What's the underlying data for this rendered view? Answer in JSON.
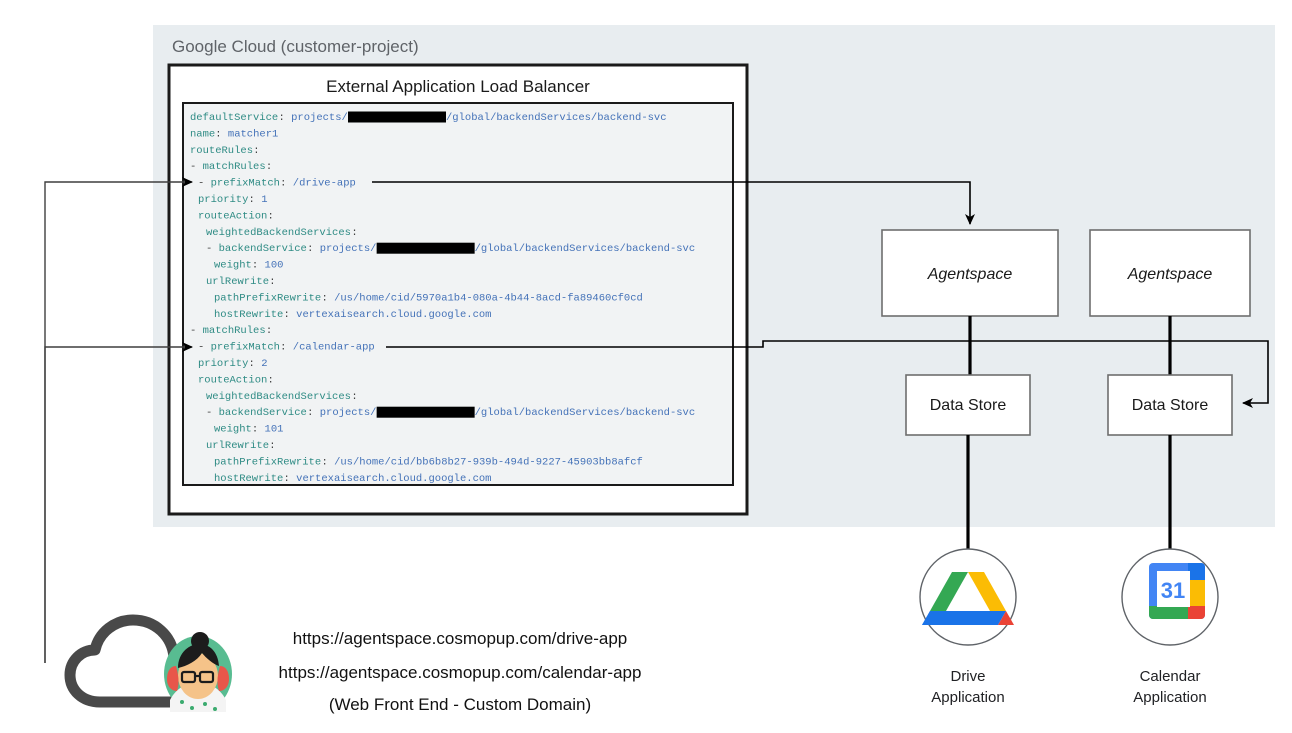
{
  "region": {
    "label": "Google Cloud (customer-project)",
    "bg": "#e8edf0"
  },
  "load_balancer": {
    "title": "External Application Load Balancer",
    "code_bg": "#f1f3f4"
  },
  "colors": {
    "yaml_key": "#2e8b84",
    "yaml_value": "#4472b8",
    "connector": "#000000",
    "box_border": "#6e6e6e",
    "region_bg": "#e8edf0"
  },
  "yaml": [
    {
      "indent": 0,
      "segments": [
        {
          "t": "defaultService",
          "c": "k"
        },
        {
          "t": ": ",
          "c": "p"
        },
        {
          "t": "projects/",
          "c": "v"
        },
        {
          "t": "REDACTED",
          "c": "redact",
          "w": 98
        },
        {
          "t": "/global/backendServices/backend-svc",
          "c": "v"
        }
      ]
    },
    {
      "indent": 0,
      "segments": [
        {
          "t": "name",
          "c": "k"
        },
        {
          "t": ": ",
          "c": "p"
        },
        {
          "t": "matcher1",
          "c": "v"
        }
      ]
    },
    {
      "indent": 0,
      "segments": [
        {
          "t": "routeRules",
          "c": "k"
        },
        {
          "t": ":",
          "c": "p"
        }
      ]
    },
    {
      "indent": 0,
      "segments": [
        {
          "t": "- ",
          "c": "p"
        },
        {
          "t": "matchRules",
          "c": "k"
        },
        {
          "t": ":",
          "c": "p"
        }
      ]
    },
    {
      "indent": 1,
      "arrow": "drive",
      "segments": [
        {
          "t": "- ",
          "c": "p"
        },
        {
          "t": "prefixMatch",
          "c": "k"
        },
        {
          "t": ": ",
          "c": "p"
        },
        {
          "t": "/drive-app",
          "c": "v"
        }
      ]
    },
    {
      "indent": 1,
      "segments": [
        {
          "t": "priority",
          "c": "k"
        },
        {
          "t": ": ",
          "c": "p"
        },
        {
          "t": "1",
          "c": "v"
        }
      ]
    },
    {
      "indent": 1,
      "segments": [
        {
          "t": "routeAction",
          "c": "k"
        },
        {
          "t": ":",
          "c": "p"
        }
      ]
    },
    {
      "indent": 2,
      "segments": [
        {
          "t": "weightedBackendServices",
          "c": "k"
        },
        {
          "t": ":",
          "c": "p"
        }
      ]
    },
    {
      "indent": 2,
      "segments": [
        {
          "t": "- ",
          "c": "p"
        },
        {
          "t": "backendService",
          "c": "k"
        },
        {
          "t": ": ",
          "c": "p"
        },
        {
          "t": "projects/",
          "c": "v"
        },
        {
          "t": "REDACTED",
          "c": "redact",
          "w": 98
        },
        {
          "t": "/global/backendServices/backend-svc",
          "c": "v"
        }
      ]
    },
    {
      "indent": 3,
      "segments": [
        {
          "t": "weight",
          "c": "k"
        },
        {
          "t": ": ",
          "c": "p"
        },
        {
          "t": "100",
          "c": "v"
        }
      ]
    },
    {
      "indent": 2,
      "segments": [
        {
          "t": "urlRewrite",
          "c": "k"
        },
        {
          "t": ":",
          "c": "p"
        }
      ]
    },
    {
      "indent": 3,
      "segments": [
        {
          "t": "pathPrefixRewrite",
          "c": "k"
        },
        {
          "t": ": ",
          "c": "p"
        },
        {
          "t": "/us/home/cid/5970a1b4-080a-4b44-8acd-fa89460cf0cd",
          "c": "v"
        }
      ]
    },
    {
      "indent": 3,
      "segments": [
        {
          "t": "hostRewrite",
          "c": "k"
        },
        {
          "t": ": ",
          "c": "p"
        },
        {
          "t": "vertexaisearch.cloud.google.com",
          "c": "v"
        }
      ]
    },
    {
      "indent": 0,
      "segments": [
        {
          "t": "- ",
          "c": "p"
        },
        {
          "t": "matchRules",
          "c": "k"
        },
        {
          "t": ":",
          "c": "p"
        }
      ]
    },
    {
      "indent": 1,
      "arrow": "calendar",
      "segments": [
        {
          "t": "- ",
          "c": "p"
        },
        {
          "t": "prefixMatch",
          "c": "k"
        },
        {
          "t": ": ",
          "c": "p"
        },
        {
          "t": "/calendar-app",
          "c": "v"
        }
      ]
    },
    {
      "indent": 1,
      "segments": [
        {
          "t": "priority",
          "c": "k"
        },
        {
          "t": ": ",
          "c": "p"
        },
        {
          "t": "2",
          "c": "v"
        }
      ]
    },
    {
      "indent": 1,
      "segments": [
        {
          "t": "routeAction",
          "c": "k"
        },
        {
          "t": ":",
          "c": "p"
        }
      ]
    },
    {
      "indent": 2,
      "segments": [
        {
          "t": "weightedBackendServices",
          "c": "k"
        },
        {
          "t": ":",
          "c": "p"
        }
      ]
    },
    {
      "indent": 2,
      "segments": [
        {
          "t": "- ",
          "c": "p"
        },
        {
          "t": "backendService",
          "c": "k"
        },
        {
          "t": ": ",
          "c": "p"
        },
        {
          "t": "projects/",
          "c": "v"
        },
        {
          "t": "REDACTED",
          "c": "redact",
          "w": 98
        },
        {
          "t": "/global/backendServices/backend-svc",
          "c": "v"
        }
      ]
    },
    {
      "indent": 3,
      "segments": [
        {
          "t": "weight",
          "c": "k"
        },
        {
          "t": ": ",
          "c": "p"
        },
        {
          "t": "101",
          "c": "v"
        }
      ]
    },
    {
      "indent": 2,
      "segments": [
        {
          "t": "urlRewrite",
          "c": "k"
        },
        {
          "t": ":",
          "c": "p"
        }
      ]
    },
    {
      "indent": 3,
      "segments": [
        {
          "t": "pathPrefixRewrite",
          "c": "k"
        },
        {
          "t": ": ",
          "c": "p"
        },
        {
          "t": "/us/home/cid/bb6b8b27-939b-494d-9227-45903bb8afcf",
          "c": "v"
        }
      ]
    },
    {
      "indent": 3,
      "segments": [
        {
          "t": "hostRewrite",
          "c": "k"
        },
        {
          "t": ": ",
          "c": "p"
        },
        {
          "t": "vertexaisearch.cloud.google.com",
          "c": "v"
        }
      ]
    }
  ],
  "nodes": {
    "agentspace_left": "Agentspace",
    "agentspace_right": "Agentspace",
    "datastore_left": "Data Store",
    "datastore_right": "Data Store"
  },
  "apps": {
    "drive": {
      "caption_line1": "Drive",
      "caption_line2": "Application",
      "icon": "google-drive-icon"
    },
    "calendar": {
      "caption_line1": "Calendar",
      "caption_line2": "Application",
      "icon": "google-calendar-icon",
      "day": "31"
    }
  },
  "client": {
    "url_drive": "https://agentspace.cosmopup.com/drive-app",
    "url_calendar": "https://agentspace.cosmopup.com/calendar-app",
    "subtitle": "(Web Front End - Custom Domain)",
    "cloud_icon": "cloud-icon",
    "user_icon": "user-avatar-icon"
  }
}
